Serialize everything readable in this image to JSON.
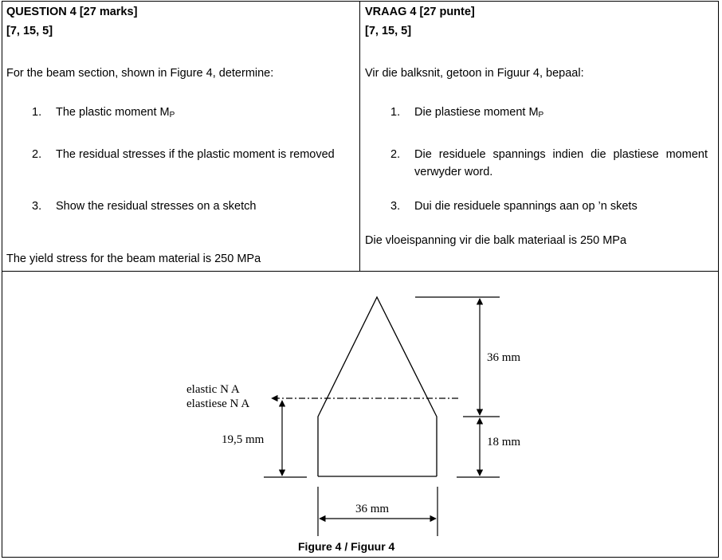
{
  "left": {
    "heading_line1": "QUESTION 4 [27 marks]",
    "heading_line2": "[7, 15, 5]",
    "intro": "For the beam section, shown in Figure 4, determine:",
    "items": [
      {
        "num": "1.",
        "text": "The plastic moment M",
        "sub": "P"
      },
      {
        "num": "2.",
        "text": "The residual stresses if the plastic moment is removed"
      },
      {
        "num": "3.",
        "text": "Show the residual stresses on a sketch"
      }
    ],
    "footer": "The yield stress for the beam material is 250 MPa"
  },
  "right": {
    "heading_line1": "VRAAG 4 [27 punte]",
    "heading_line2": "[7, 15, 5]",
    "intro": "Vir die balksnit, getoon in Figuur 4, bepaal:",
    "items": [
      {
        "num": "1.",
        "text": "Die plastiese moment M",
        "sub": "P"
      },
      {
        "num": "2.",
        "text": "Die residuele spannings indien die plastiese moment verwyder word."
      },
      {
        "num": "3.",
        "text": "Dui die residuele spannings aan op ’n skets"
      }
    ],
    "footer": "Die vloeispanning vir die balk materiaal is 250 MPa"
  },
  "figure": {
    "label_na_en": "elastic N A",
    "label_na_af": "elastiese N A",
    "dim_na": "19,5 mm",
    "dim_top": "36 mm",
    "dim_rect": "18 mm",
    "dim_width": "36 mm",
    "caption": "Figure 4 / Figuur 4"
  }
}
